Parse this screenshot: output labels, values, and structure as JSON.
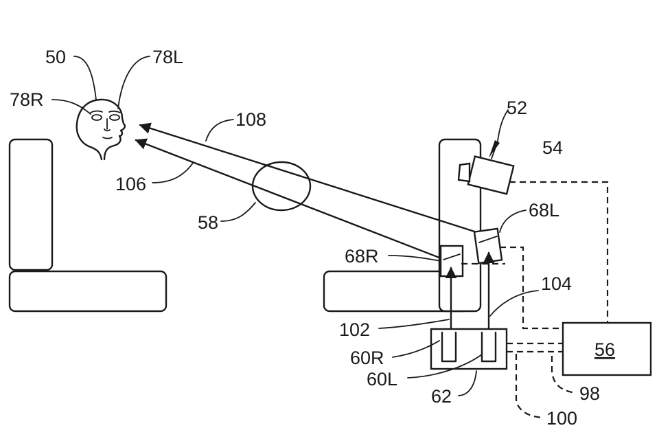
{
  "labels": {
    "head": "50",
    "eye_left": "78L",
    "eye_right": "78R",
    "beam_upper": "108",
    "beam_lower": "106",
    "lens": "58",
    "projector_assembly": "52",
    "camera": "54",
    "mirror_left": "68L",
    "mirror_right": "68R",
    "path_left": "104",
    "path_right": "102",
    "source_right": "60R",
    "source_left": "60L",
    "source_housing": "62",
    "controller": "56",
    "line_98": "98",
    "line_100": "100"
  },
  "colors": {
    "ink": "#1a1a1a",
    "background": "#ffffff"
  }
}
